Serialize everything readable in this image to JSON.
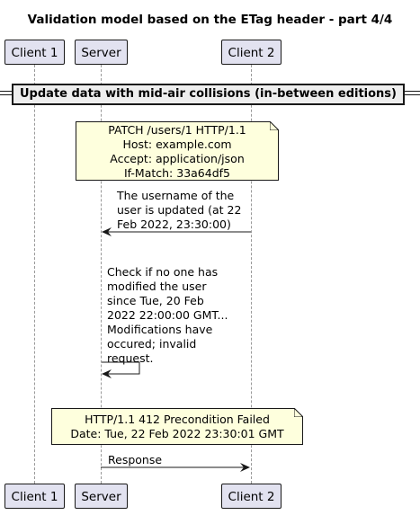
{
  "title": "Validation model based on the ETag header - part 4/4",
  "participants": {
    "client1": "Client 1",
    "server": "Server",
    "client2": "Client 2"
  },
  "divider": "Update data with mid-air collisions (in-between editions)",
  "note1": {
    "lines": [
      "PATCH /users/1 HTTP/1.1",
      "Host: example.com",
      "Accept: application/json",
      "If-Match: 33a64df5"
    ]
  },
  "message1": {
    "lines": [
      "The username of the",
      "user is updated (at 22",
      "Feb 2022, 23:30:00)"
    ]
  },
  "self_message": {
    "lines": [
      "Check if no one has",
      "modified the user",
      "since Tue, 20 Feb",
      "2022 22:00:00 GMT...",
      "Modifications have",
      "occured; invalid",
      "request."
    ]
  },
  "note2": {
    "lines": [
      "HTTP/1.1 412 Precondition Failed",
      "Date: Tue, 22 Feb 2022 23:30:01 GMT"
    ]
  },
  "message2": {
    "label": "Response"
  },
  "colors": {
    "participant_fill": "#E2E2F0",
    "note_fill": "#FEFFDD",
    "divider_fill": "#EEEEEE",
    "line": "#181818"
  }
}
